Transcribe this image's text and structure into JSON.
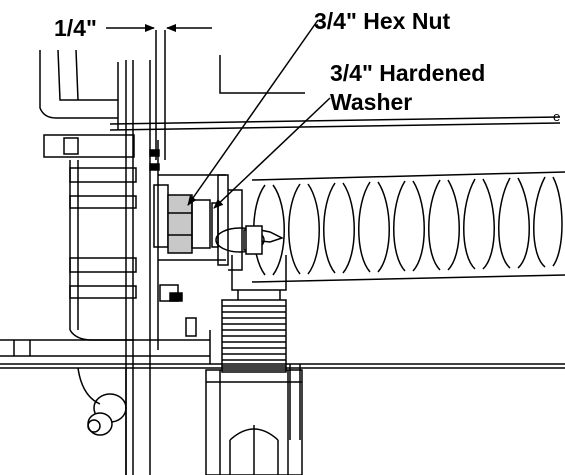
{
  "labels": {
    "dimension": "1/4\"",
    "hex_nut": "3/4\" Hex Nut",
    "washer_line1": "3/4\" Hardened",
    "washer_line2": "Washer",
    "edge_mark": "e"
  }
}
